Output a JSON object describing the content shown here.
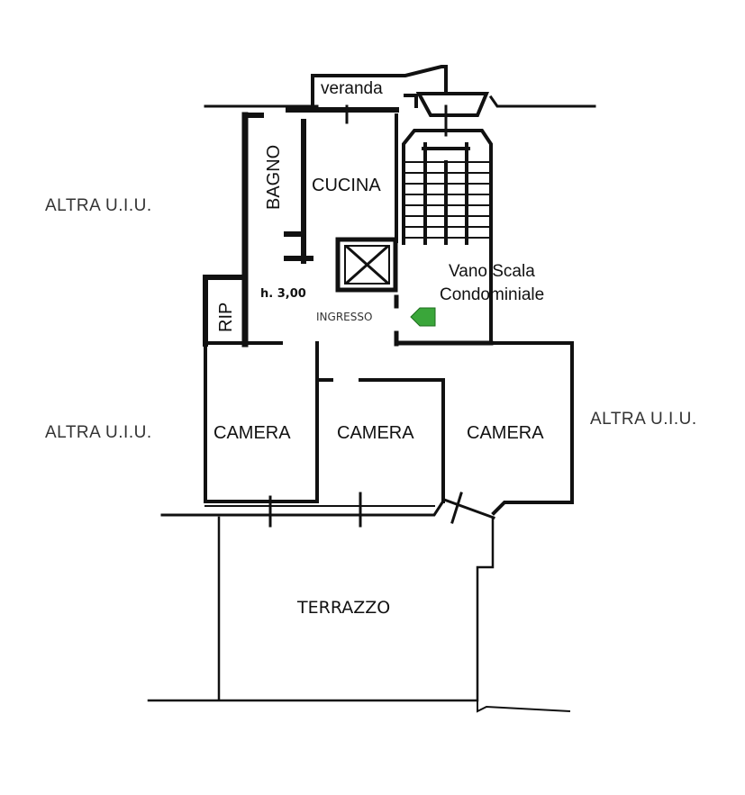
{
  "labels": {
    "altra_top_left": "ALTRA U.I.U.",
    "altra_mid_left": "ALTRA U.I.U.",
    "altra_right": "ALTRA U.I.U.",
    "veranda": "veranda",
    "bagno": "BAGNO",
    "cucina": "CUCINA",
    "rip": "RIP",
    "height": "h. 3,00",
    "ingresso": "INGRESSO",
    "vano_scala_1": "Vano Scala",
    "vano_scala_2": "Condominiale",
    "camera_1": "CAMERA",
    "camera_2": "CAMERA",
    "camera_3": "CAMERA",
    "terrazzo": "TERRAZZO"
  },
  "colors": {
    "wall": "#111111",
    "entry_arrow": "#3aa63a"
  },
  "icons": {
    "entry": "entry-arrow-icon",
    "lift": "elevator-shaft-icon"
  }
}
